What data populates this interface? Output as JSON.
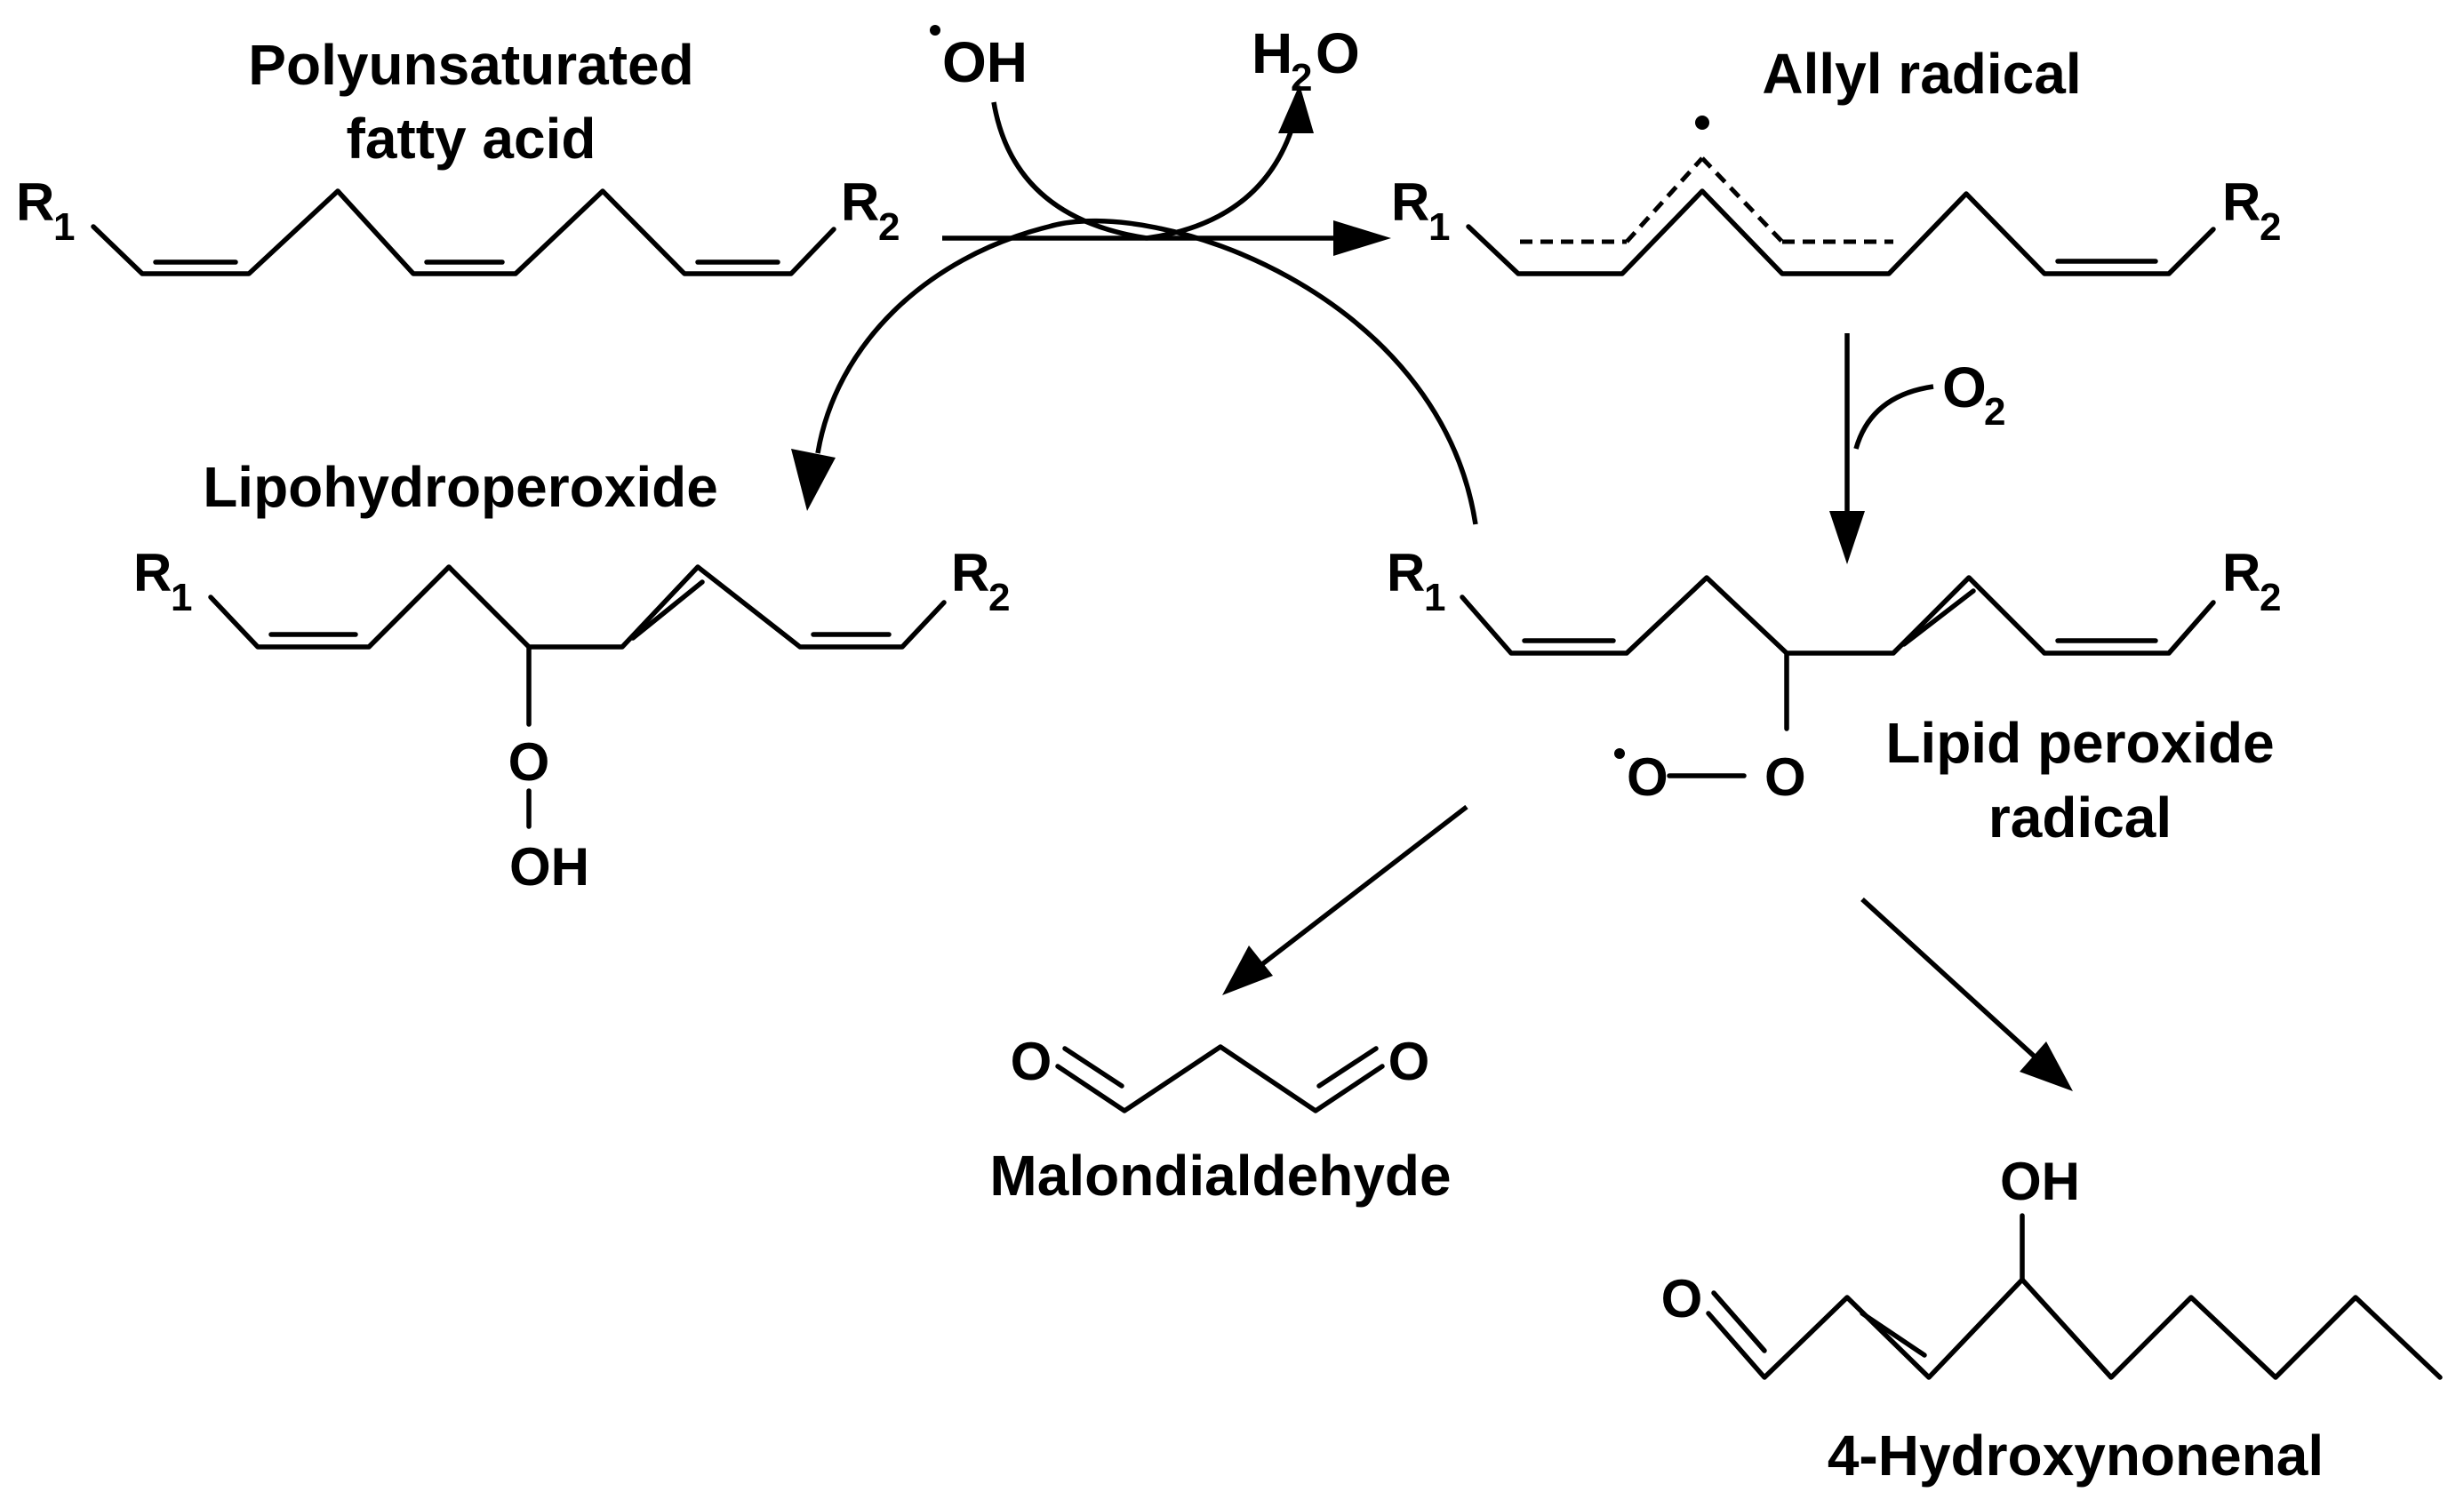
{
  "labels": {
    "pufa_line1": "Polyunsaturated",
    "pufa_line2": "fatty acid",
    "allyl": "Allyl radical",
    "lipohydroperoxide": "Lipohydroperoxide",
    "lipid_peroxide_line1": "Lipid peroxide",
    "lipid_peroxide_line2": "radical",
    "malondialdehyde": "Malondialdehyde",
    "hne": "4-Hydroxynonenal"
  },
  "reagents": {
    "hydroxyl_radical": "OH",
    "water_h": "H",
    "water_sub": "2",
    "water_o": "O",
    "oxygen": "O",
    "oxygen_sub": "2"
  },
  "atoms": {
    "r": "R",
    "sub1": "1",
    "sub2": "2",
    "o": "O",
    "oh": "OH"
  }
}
